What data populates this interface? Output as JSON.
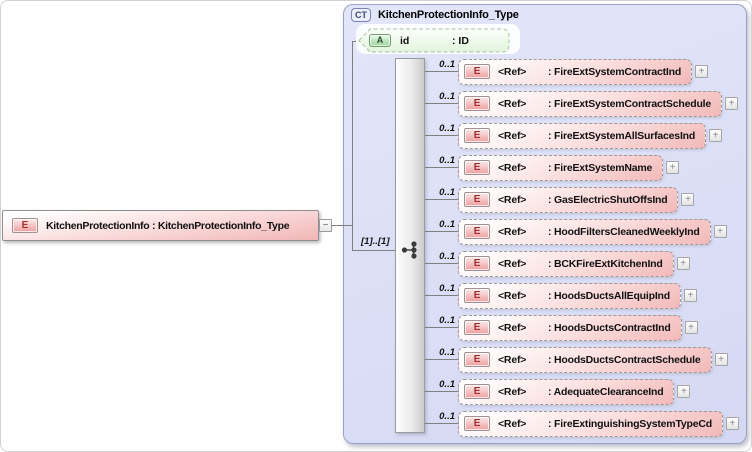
{
  "icons": {
    "element_badge": "E",
    "attribute_badge": "A",
    "complex_type_badge": "CT",
    "expand_glyph": "+",
    "collapse_glyph": "−"
  },
  "root_element": {
    "name": "KitchenProtectionInfo",
    "separator": " : ",
    "type": "KitchenProtectionInfo_Type"
  },
  "complex_type": {
    "title": "KitchenProtectionInfo_Type",
    "attribute": {
      "name": "id",
      "separator": ": ",
      "type": "ID"
    },
    "sequence_cardinality": "[1]..[1]",
    "ref_label": "<Ref>",
    "ref_separator": ": ",
    "elements": [
      {
        "cardinality": "0..1",
        "name": "FireExtSystemContractInd"
      },
      {
        "cardinality": "0..1",
        "name": "FireExtSystemContractSchedule"
      },
      {
        "cardinality": "0..1",
        "name": "FireExtSystemAllSurfacesInd"
      },
      {
        "cardinality": "0..1",
        "name": "FireExtSystemName"
      },
      {
        "cardinality": "0..1",
        "name": "GasElectricShutOffsInd"
      },
      {
        "cardinality": "0..1",
        "name": "HoodFiltersCleanedWeeklyInd"
      },
      {
        "cardinality": "0..1",
        "name": "BCKFireExtKitchenInd"
      },
      {
        "cardinality": "0..1",
        "name": "HoodsDuctsAllEquipInd"
      },
      {
        "cardinality": "0..1",
        "name": "HoodsDuctsContractInd"
      },
      {
        "cardinality": "0..1",
        "name": "HoodsDuctsContractSchedule"
      },
      {
        "cardinality": "0..1",
        "name": "AdequateClearanceInd"
      },
      {
        "cardinality": "0..1",
        "name": "FireExtinguishingSystemTypeCd"
      }
    ]
  },
  "colors": {
    "container_fill": "#dadef6",
    "container_border": "#99a0c6",
    "element_pink": "#f2b9b9",
    "attribute_green": "#e6f6e0",
    "line": "#808080"
  }
}
